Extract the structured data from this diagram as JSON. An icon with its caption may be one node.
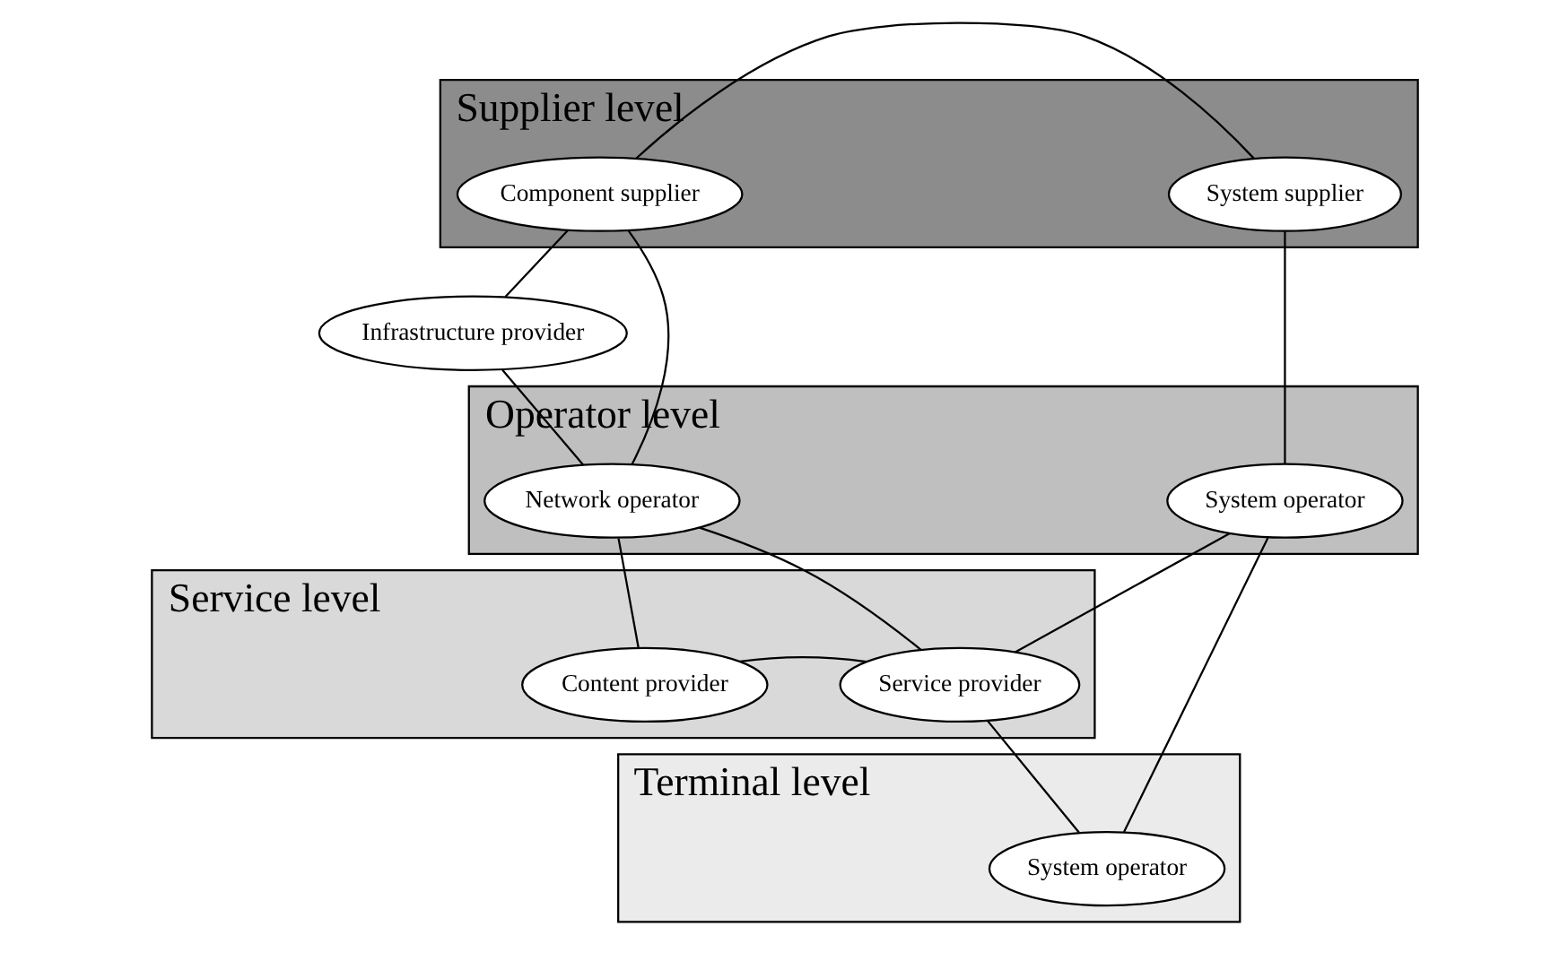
{
  "diagram": {
    "nodes": [
      {
        "text": [
          "Supplier level"
        ]
      },
      {
        "text": [
          "Operator level"
        ]
      },
      {
        "text": [
          "Service level"
        ]
      },
      {
        "text": [
          "Terminal level"
        ]
      },
      {
        "text": [
          "System supplier"
        ],
        "in": 0
      },
      {
        "text": [
          "Component supplier"
        ],
        "in": 0
      },
      {
        "text": [
          "Infrastructure provider"
        ]
      },
      {
        "text": [
          "System operator"
        ],
        "in": 1
      },
      {
        "text": [
          "Network operator"
        ],
        "in": 1
      },
      {
        "text": [
          "Service provider"
        ],
        "in": 2
      },
      {
        "text": [
          "Content provider"
        ],
        "in": 2
      },
      {
        "text": [
          "System operator"
        ],
        "in": 3
      }
    ],
    "edges": [
      {
        "from": 4,
        "to": 5,
        "arrow": "none"
      },
      {
        "from": 5,
        "to": 6,
        "arrow": "none"
      },
      {
        "from": 4,
        "to": 7,
        "arrow": "none"
      },
      {
        "from": 5,
        "to": 8,
        "arrow": "none"
      },
      {
        "from": 6,
        "to": 8,
        "arrow": "none"
      },
      {
        "from": 7,
        "to": 9,
        "arrow": "none"
      },
      {
        "from": 8,
        "to": 9,
        "arrow": "none"
      },
      {
        "from": 8,
        "to": 10,
        "arrow": "none"
      },
      {
        "from": 9,
        "to": 10,
        "arrow": "none"
      },
      {
        "from": 7,
        "to": 11,
        "arrow": "none"
      },
      {
        "from": 9,
        "to": 11,
        "arrow": "none"
      }
    ]
  }
}
